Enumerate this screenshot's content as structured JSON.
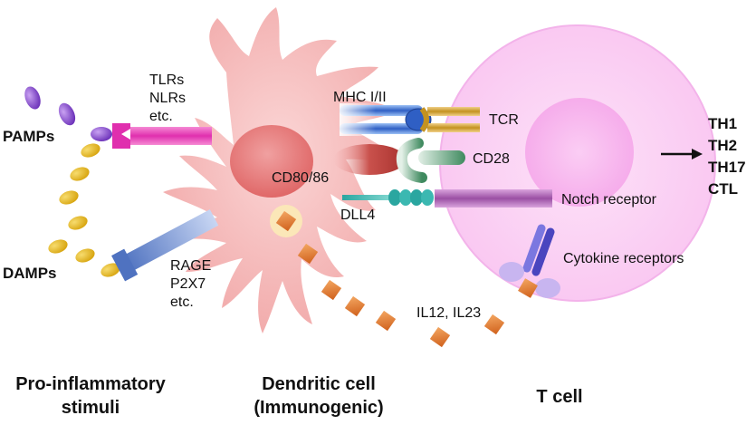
{
  "labels": {
    "tlrs": "TLRs",
    "nlrs": "NLRs",
    "etc_top": "etc.",
    "pamps": "PAMPs",
    "damps": "DAMPs",
    "rage": "RAGE",
    "p2x7": "P2X7",
    "etc_bottom": "etc.",
    "mhc": "MHC I/II",
    "tcr": "TCR",
    "cd80_86": "CD80/86",
    "cd28": "CD28",
    "dll4": "DLL4",
    "notch": "Notch receptor",
    "cytokine_receptors": "Cytokine receptors",
    "il12_il23": "IL12, IL23",
    "th1": "TH1",
    "th2": "TH2",
    "th17": "TH17",
    "ctl": "CTL"
  },
  "sections": {
    "stimuli_line1": "Pro-inflammatory",
    "stimuli_line2": "stimuli",
    "dc_line1": "Dendritic cell",
    "dc_line2": "(Immunogenic)",
    "tcell": "T cell"
  },
  "colors": {
    "dendritic_cell": "#f4b6b6",
    "nucleus": "#e57878",
    "t_cell": "#fbd3f4",
    "t_nucleus": "#f7b4ee",
    "pamp": "#7b3fc4",
    "damp": "#e6b81c",
    "tlr": "#e637b4",
    "rage": "#5b7fc8",
    "mhc": "#3e6fd0",
    "tcr": "#c99a2a",
    "cd28": "#3f8a5f",
    "cd80": "#b8423e",
    "dll4": "#2aa6a0",
    "notch": "#a05aa8",
    "cytokine": "#e07a2a",
    "cytokine_receptor": "#5a55c8"
  }
}
